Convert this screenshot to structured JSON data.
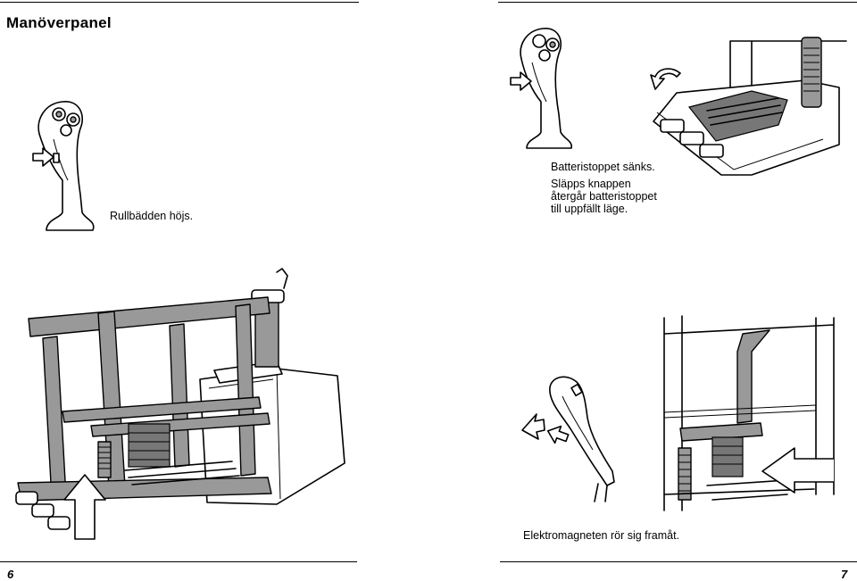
{
  "page": {
    "title": "Manöverpanel",
    "left_page_number": "6",
    "right_page_number": "7"
  },
  "captions": {
    "fig1": "Rullbädden höjs.",
    "fig2_line1": "Batteristoppet sänks.",
    "fig2_line2": "Släpps knappen",
    "fig2_line3": "återgår batteristoppet",
    "fig2_line4": "till uppfällt läge.",
    "fig4": "Elektromagneten rör sig framåt."
  },
  "icons": [
    "joystick-handle-icon",
    "push-arrow-icon",
    "rotate-arrow-icon",
    "up-arrow-icon",
    "left-arrow-icon"
  ]
}
